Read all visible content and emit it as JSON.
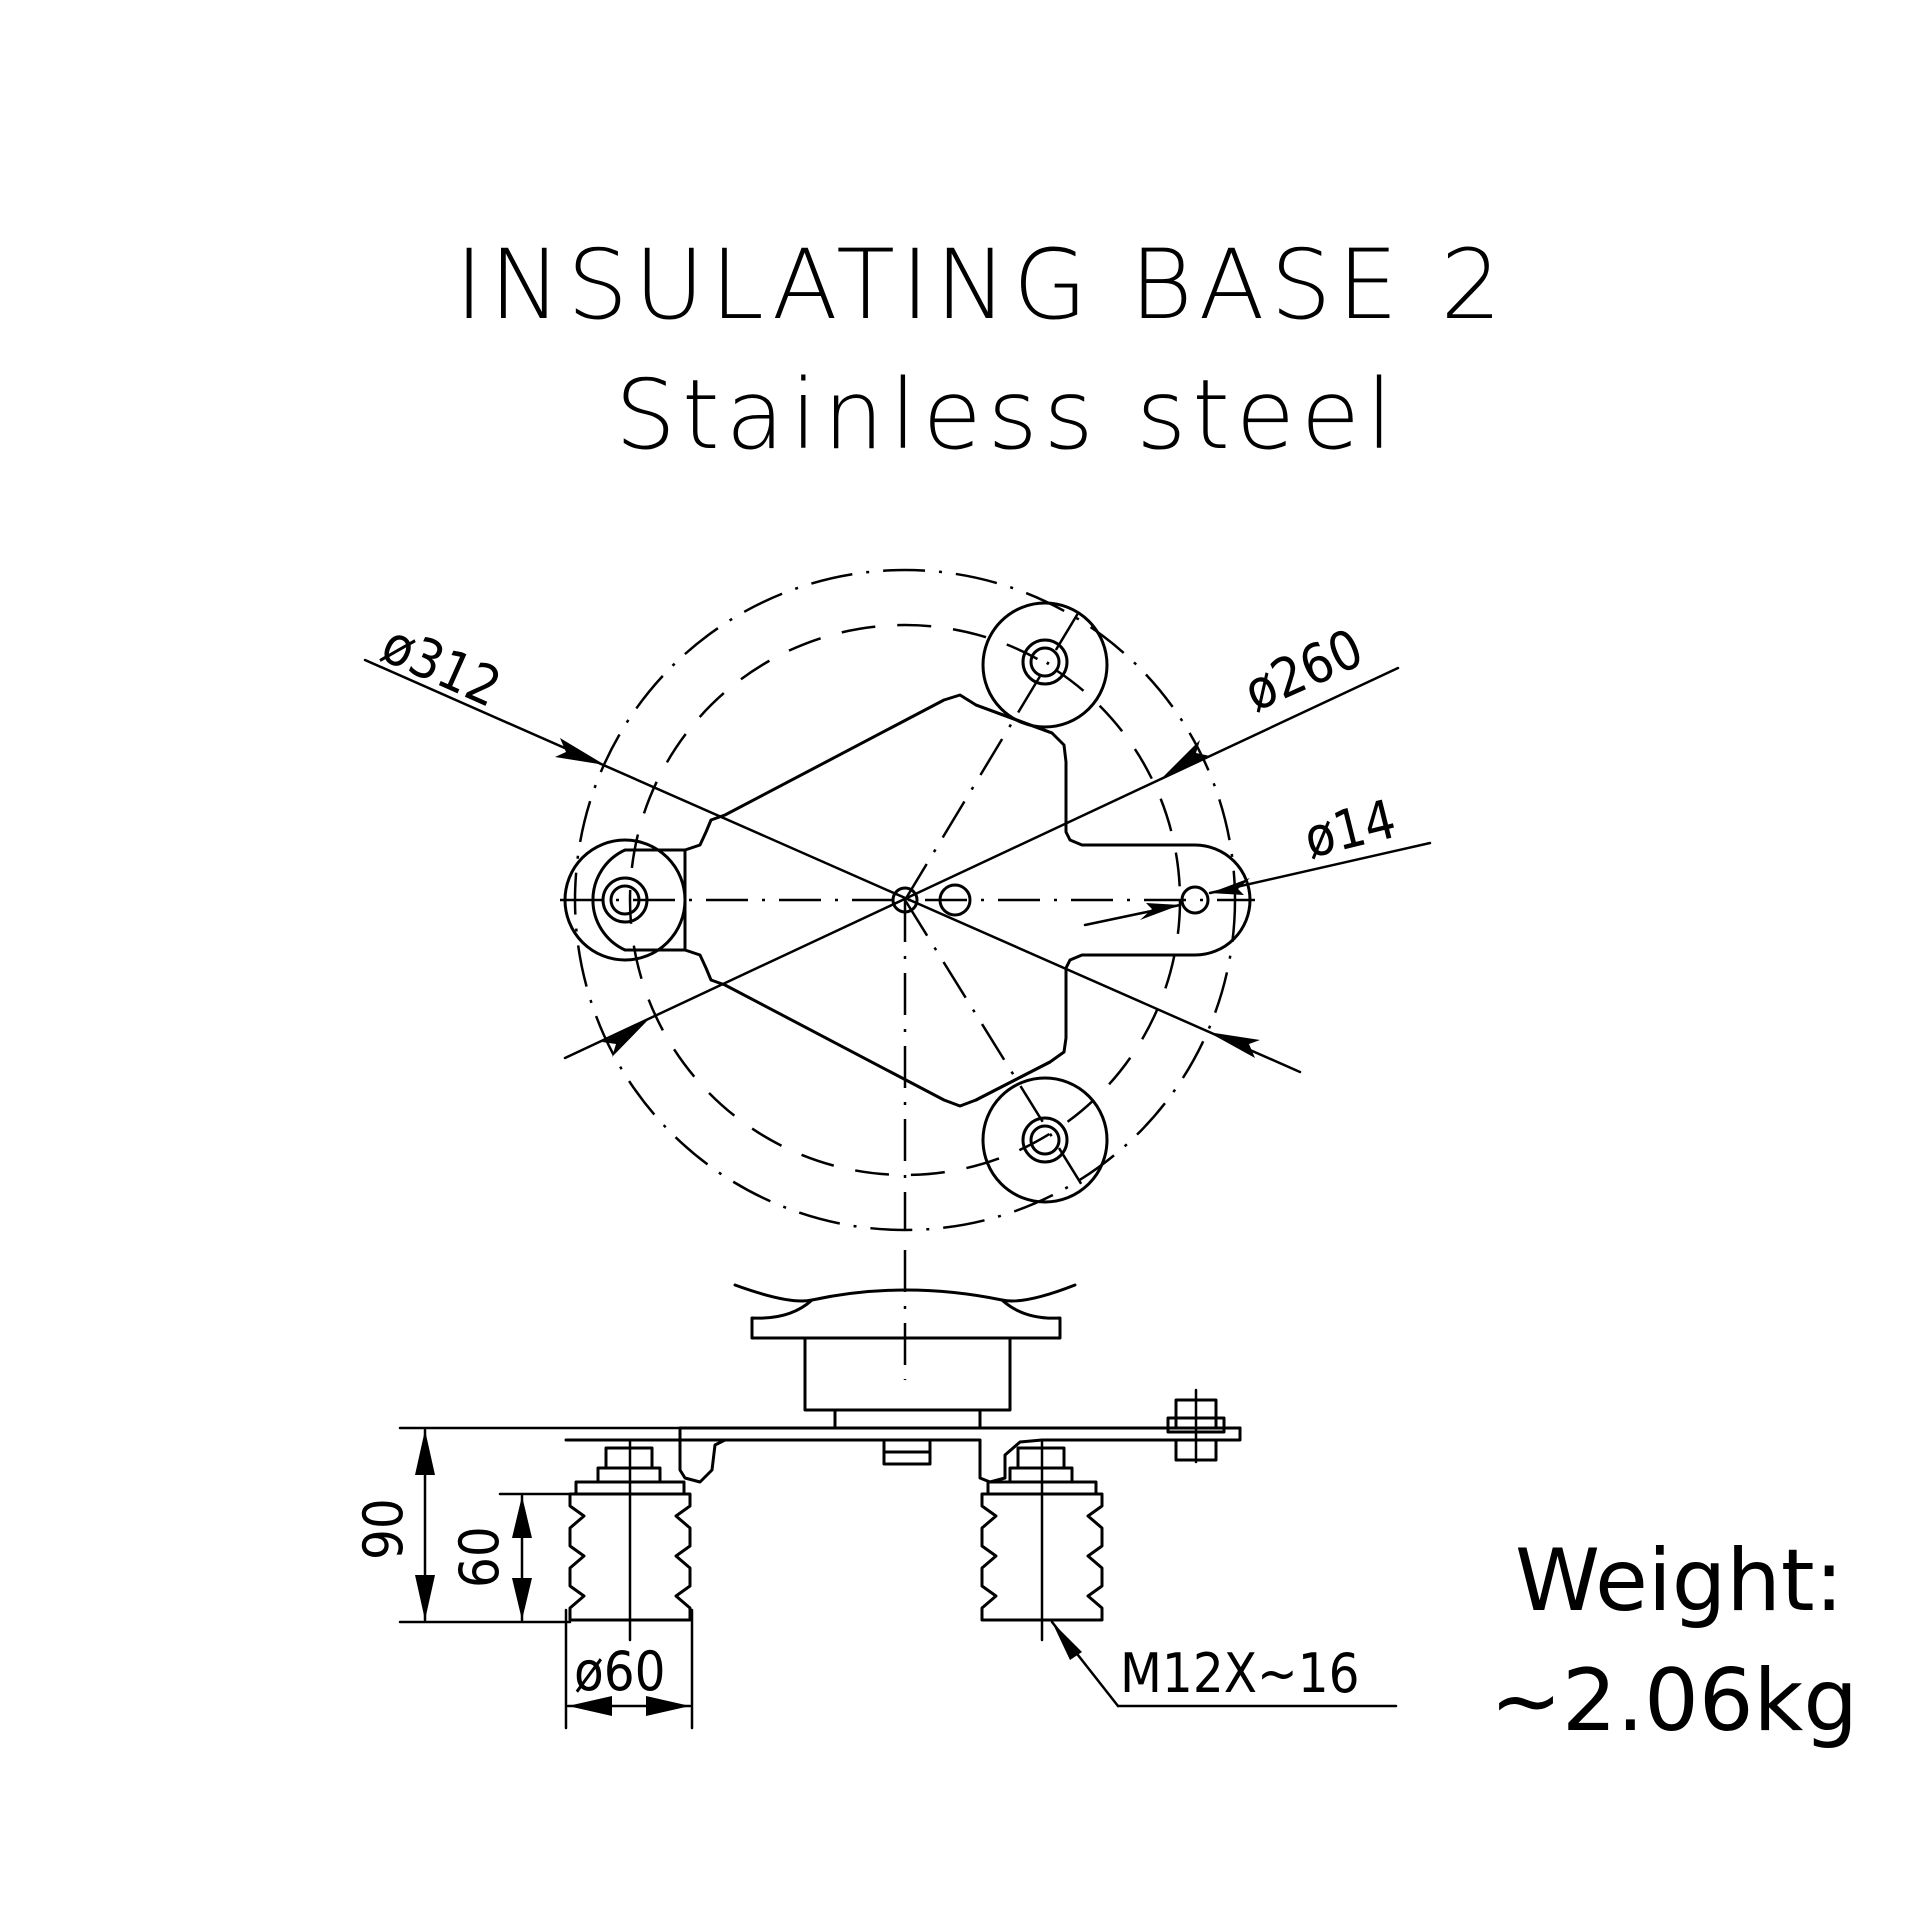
{
  "title": {
    "line1": "INSULATING BASE  2",
    "line2": "Stainless steel"
  },
  "dimensions": {
    "outer_diameter": "ø312",
    "bolt_circle_diameter": "ø260",
    "hole_diameter": "ø14",
    "total_height": "90",
    "insulator_height": "60",
    "insulator_diameter": "ø60",
    "thread_spec": "M12X~16"
  },
  "weight": {
    "label": "Weight:",
    "value": "~2.06kg"
  }
}
